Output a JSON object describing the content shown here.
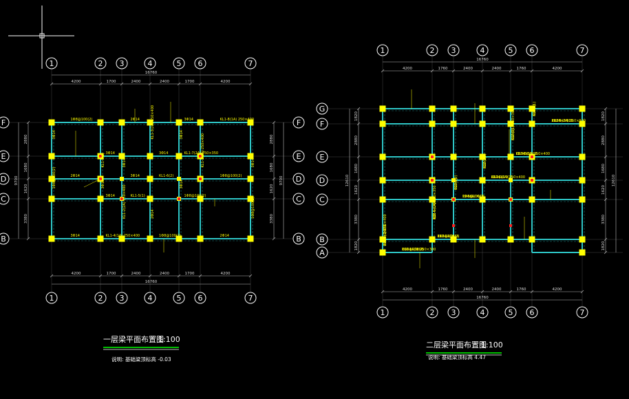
{
  "crosshair": true,
  "colors": {
    "beam": "#2ec6c6",
    "column": "#ffff00",
    "annotation": "#ffff00",
    "marker": "#ff2020",
    "title_underline": "#00ff00"
  },
  "plans": [
    {
      "id": "plan-1",
      "title": "一层梁平面布置图",
      "scale": "1:100",
      "note": "说明: 基础梁顶标高 -0.03",
      "x_axes": [
        "1",
        "2",
        "3",
        "4",
        "5",
        "6",
        "7"
      ],
      "x_spans": [
        "4200",
        "1700",
        "2400",
        "2400",
        "1700",
        "4200"
      ],
      "x_total": "16760",
      "y_axes": [
        "B",
        "C",
        "D",
        "E",
        "F"
      ],
      "y_spans": [
        "3380",
        "1620",
        "1680",
        "2880"
      ],
      "y_total": "9700"
    },
    {
      "id": "plan-2",
      "title": "二层梁平面布置图",
      "scale": "1:100",
      "note": "说明: 基础梁顶标高 4.47",
      "x_axes": [
        "1",
        "2",
        "3",
        "4",
        "5",
        "6",
        "7"
      ],
      "x_spans": [
        "4200",
        "1760",
        "2400",
        "2400",
        "1760",
        "4200"
      ],
      "x_total": "16760",
      "y_axes": [
        "A",
        "B",
        "C",
        "D",
        "E",
        "F",
        "G"
      ],
      "y_spans": [
        "1820",
        "3380",
        "1620",
        "1680",
        "2880",
        "1820"
      ],
      "y_total": "12610"
    }
  ],
  "beam_labels_1": [
    "3Φ14",
    "3Φ14",
    "3Φ14",
    "3Φ14",
    "3Φ14",
    "3Φ14",
    "2Φ14",
    "3Φ14",
    "3Φ14",
    "2Φ14",
    "2Φ14",
    "3Φ14",
    "2Φ14",
    "3Φ14",
    "3Φ14",
    "3Φ14",
    "1Φ8@100(2)",
    "1Φ8@100(2)",
    "1Φ8@100(2)",
    "1Φ8@100(2)",
    "1Φ8@100(2)",
    "1Φ8@100(2)",
    "KL1-2(2A) 250×400",
    "KL1-3(2A) 250×400",
    "KL1-1(3A) 250×400",
    "KL1-4(1A) 250×400",
    "KL1-5(1)",
    "KL1-6(2)",
    "KL1-7(2A) 250×350",
    "KL1-8(1A) 250×400",
    "KL1-9(1)"
  ],
  "beam_labels_2": [
    "2Φ14+1Φ16",
    "2Φ14+1Φ16",
    "2Φ14+1Φ16",
    "2Φ14+1Φ16",
    "2Φ14+1Φ16",
    "2Φ14+1Φ16",
    "2Φ14+2Φ16",
    "2Φ14+2Φ16",
    "6Φ8(2)",
    "6Φ8(2)",
    "6Φ8(2)",
    "6Φ8(2)",
    "1Φ8@100(2)",
    "1Φ8@100(2)",
    "1Φ8@100(2)",
    "KL2-1(1A) 250×400",
    "KL2-2(1A) 250×400",
    "KL2-3(2A) 250×500",
    "KL2-4(1) 250×400",
    "KL2-5(1A) 250×350",
    "KL2-6(2)",
    "KL2-7(2)",
    "KL2-8(1) 250×300",
    "KL2-9(1)",
    "KL2-10(1) 250×300",
    "KL2-11(1)",
    "L2-1(1)",
    "L2-2(1)",
    "L2-3(1)",
    "2Φ25+1Φ25",
    "2Φ25+1Φ25",
    "4/2"
  ]
}
